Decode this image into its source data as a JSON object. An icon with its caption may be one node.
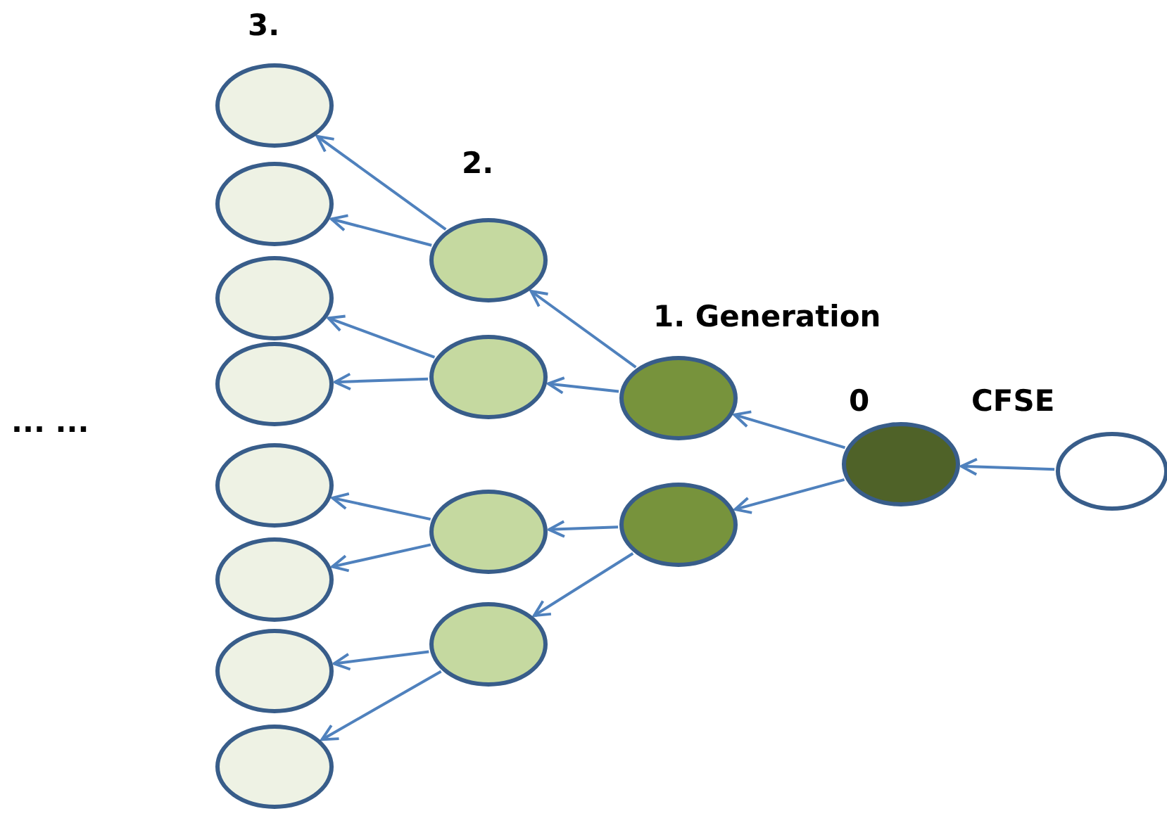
{
  "diagram": {
    "nodes": [
      {
        "text": [],
        "shape": "ellipse"
      },
      {
        "text": [],
        "shape": "ellipse"
      },
      {
        "text": [],
        "shape": "ellipse"
      },
      {
        "text": [],
        "shape": "ellipse"
      },
      {
        "text": [],
        "shape": "ellipse"
      },
      {
        "text": [],
        "shape": "ellipse"
      },
      {
        "text": [],
        "shape": "ellipse"
      },
      {
        "text": [],
        "shape": "ellipse"
      },
      {
        "text": [],
        "shape": "ellipse"
      },
      {
        "text": [],
        "shape": "ellipse"
      },
      {
        "text": [],
        "shape": "ellipse"
      },
      {
        "text": [],
        "shape": "ellipse"
      },
      {
        "text": [],
        "shape": "ellipse"
      },
      {
        "text": [],
        "shape": "ellipse"
      },
      {
        "text": [],
        "shape": "ellipse",
        "beside": [
          "0"
        ]
      },
      {
        "text": [],
        "shape": "ellipse"
      }
    ],
    "edges": [
      {
        "from": 15,
        "to": 14,
        "arrow": "to"
      },
      {
        "from": 14,
        "to": 12,
        "arrow": "to"
      },
      {
        "from": 14,
        "to": 13,
        "arrow": "to"
      },
      {
        "from": 12,
        "to": 8,
        "arrow": "to"
      },
      {
        "from": 12,
        "to": 9,
        "arrow": "to"
      },
      {
        "from": 13,
        "to": 10,
        "arrow": "to"
      },
      {
        "from": 13,
        "to": 11,
        "arrow": "to"
      },
      {
        "from": 8,
        "to": 0,
        "arrow": "to"
      },
      {
        "from": 8,
        "to": 1,
        "arrow": "to"
      },
      {
        "from": 9,
        "to": 2,
        "arrow": "to"
      },
      {
        "from": 9,
        "to": 3,
        "arrow": "to"
      },
      {
        "from": 10,
        "to": 4,
        "arrow": "to"
      },
      {
        "from": 10,
        "to": 5,
        "arrow": "to"
      },
      {
        "from": 11,
        "to": 6,
        "arrow": "to"
      },
      {
        "from": 11,
        "to": 7,
        "arrow": "to"
      }
    ],
    "labels": [
      "3.",
      "2.",
      "1. Generation",
      "CFSE",
      "... ..."
    ]
  }
}
